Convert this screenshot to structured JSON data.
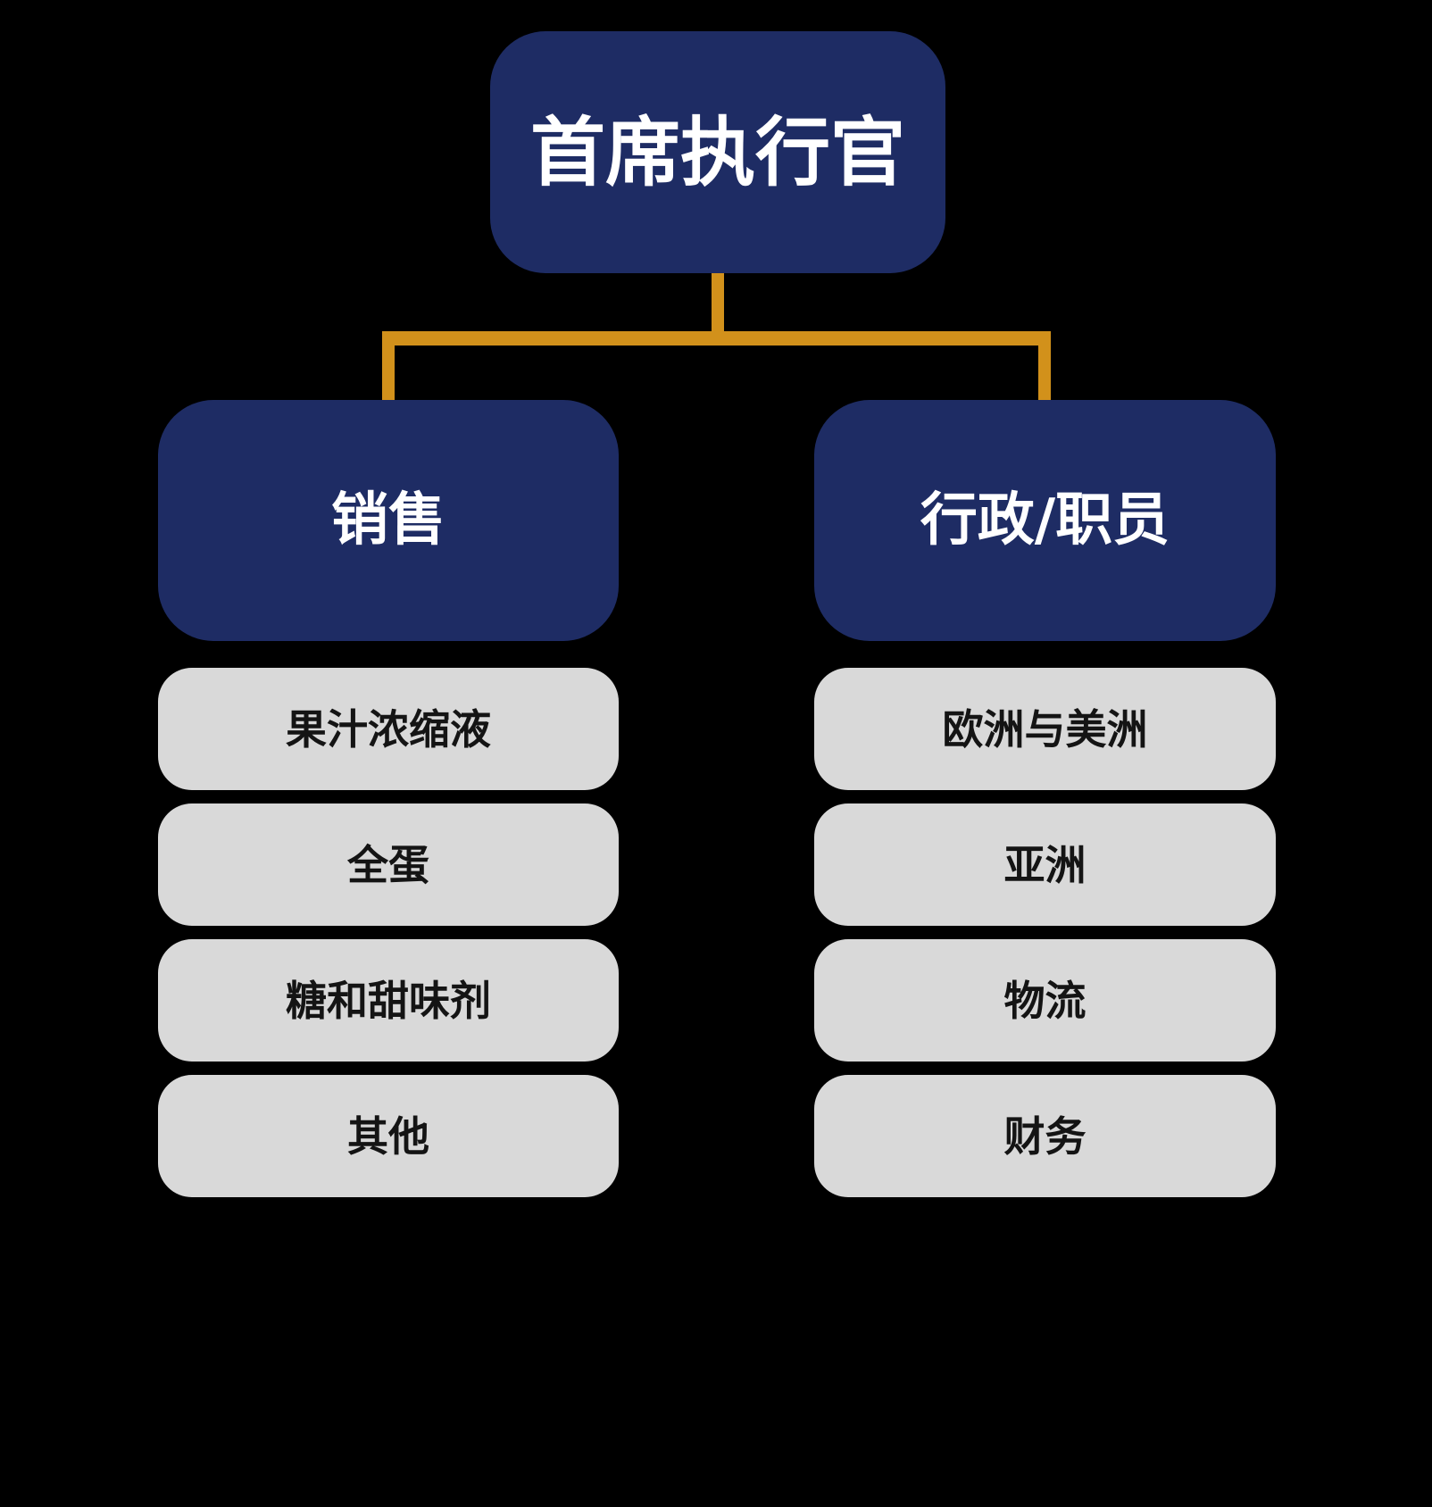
{
  "org": {
    "type": "org-chart",
    "colors": {
      "background": "#000000",
      "node_fill": "#1E2C64",
      "node_text": "#FFFFFF",
      "leaf_fill": "#D9D9D9",
      "leaf_text": "#141414",
      "connector": "#D2911B"
    },
    "root": {
      "label": "首席执行官"
    },
    "branches": [
      {
        "label": "销售",
        "children": [
          "果汁浓缩液",
          "全蛋",
          "糖和甜味剂",
          "其他"
        ]
      },
      {
        "label": "行政/职员",
        "children": [
          "欧洲与美洲",
          "亚洲",
          "物流",
          "财务"
        ]
      }
    ]
  }
}
